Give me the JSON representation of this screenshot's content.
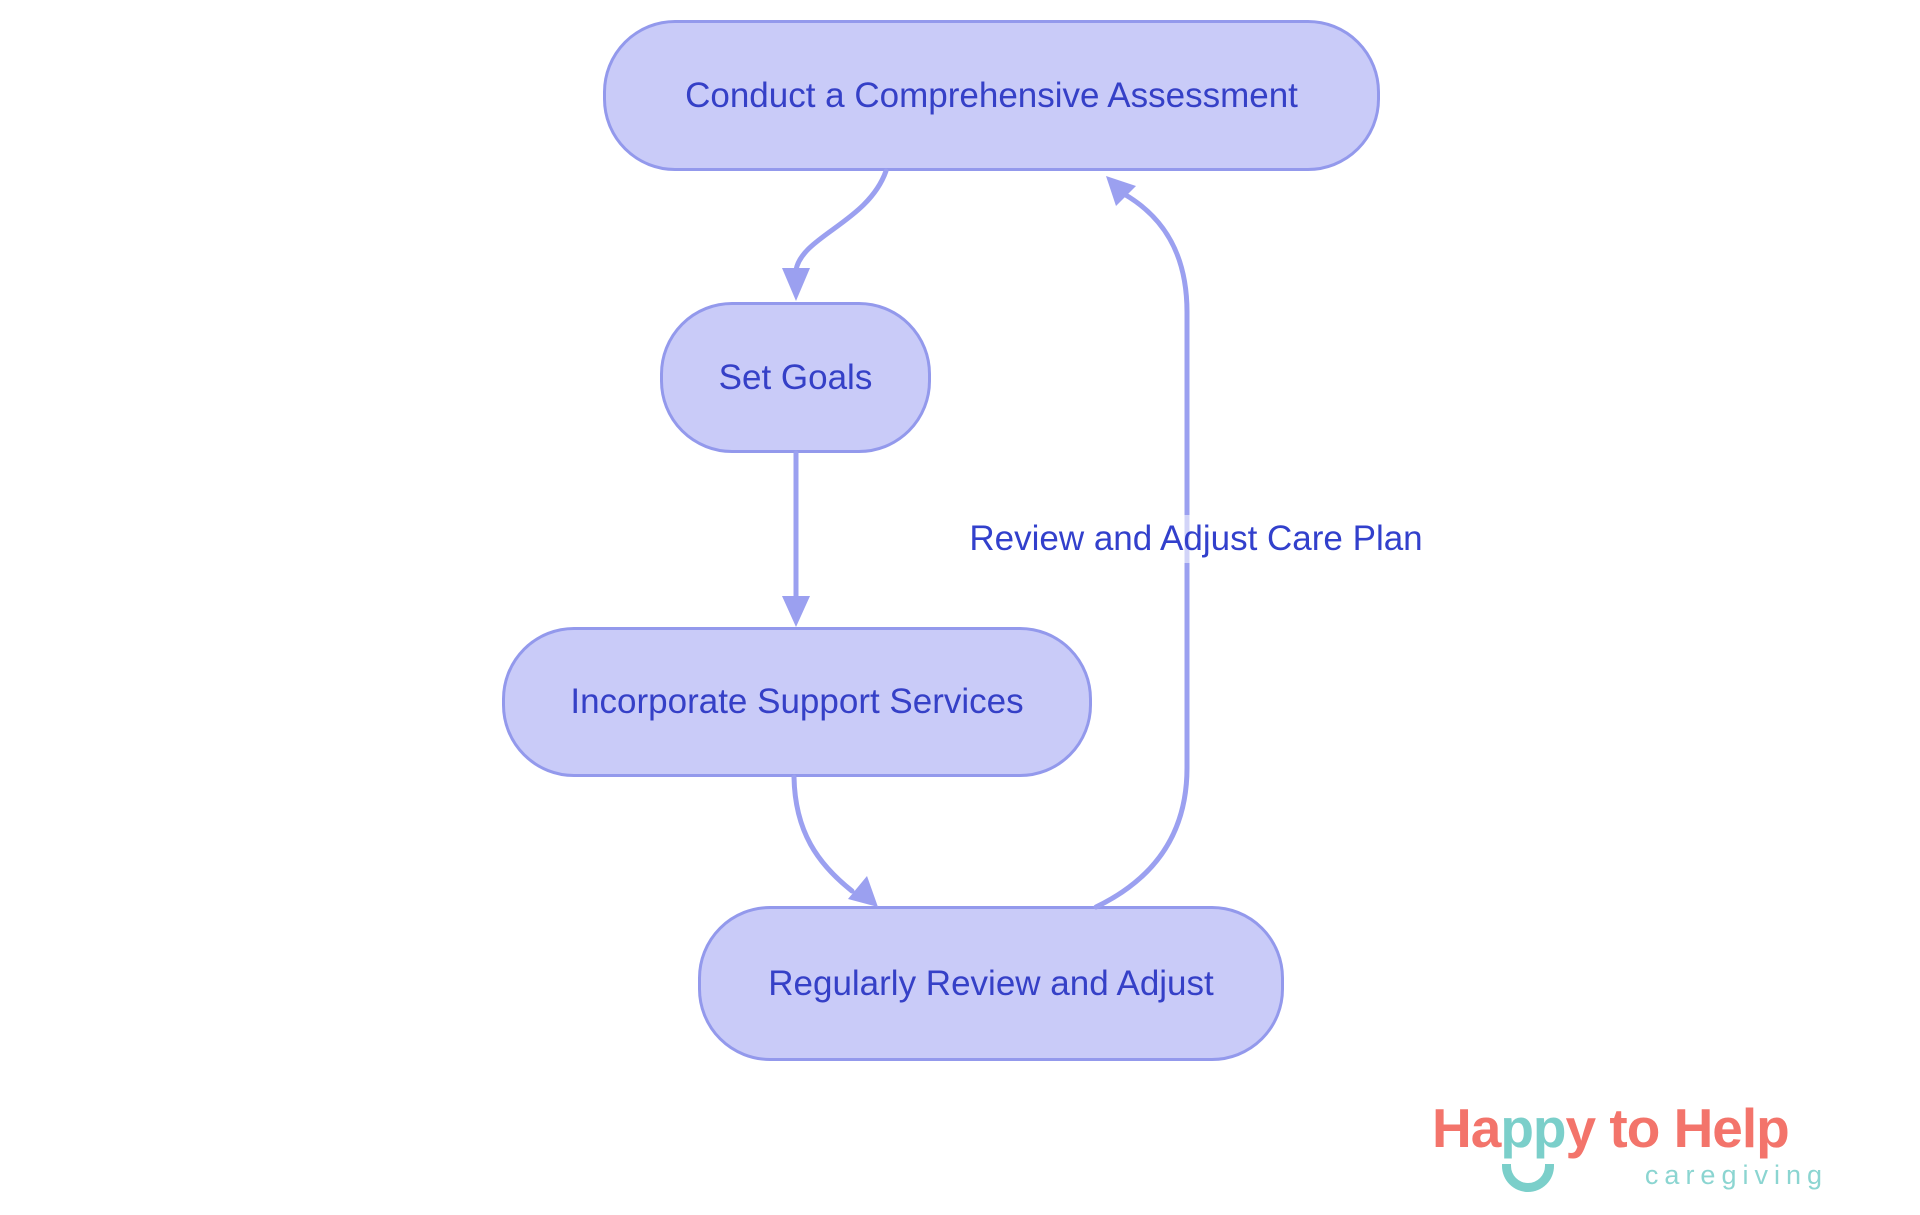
{
  "diagram": {
    "type": "flowchart",
    "nodes": [
      {
        "id": "assessment",
        "label": "Conduct a Comprehensive Assessment"
      },
      {
        "id": "goals",
        "label": "Set Goals"
      },
      {
        "id": "support",
        "label": "Incorporate Support Services"
      },
      {
        "id": "review",
        "label": "Regularly Review and Adjust"
      }
    ],
    "edges": [
      {
        "from": "assessment",
        "to": "goals",
        "label": ""
      },
      {
        "from": "goals",
        "to": "support",
        "label": ""
      },
      {
        "from": "support",
        "to": "review",
        "label": ""
      },
      {
        "from": "review",
        "to": "assessment",
        "label": "Review and Adjust Care Plan"
      }
    ]
  },
  "logo": {
    "part1": "Ha",
    "part2": "pp",
    "part3": "y to Help",
    "tagline": "caregiving"
  },
  "colors": {
    "background": "#FFFFFF",
    "node_fill": "#C9CBF8",
    "node_border": "#9399EC",
    "edge_stroke": "#9BA0F0",
    "node_text": "#3540C7",
    "edge_label_text": "#3240CC",
    "logo_coral": "#F3746B",
    "logo_teal": "#7BCFCA",
    "tagline_teal": "#8BD5D1"
  }
}
